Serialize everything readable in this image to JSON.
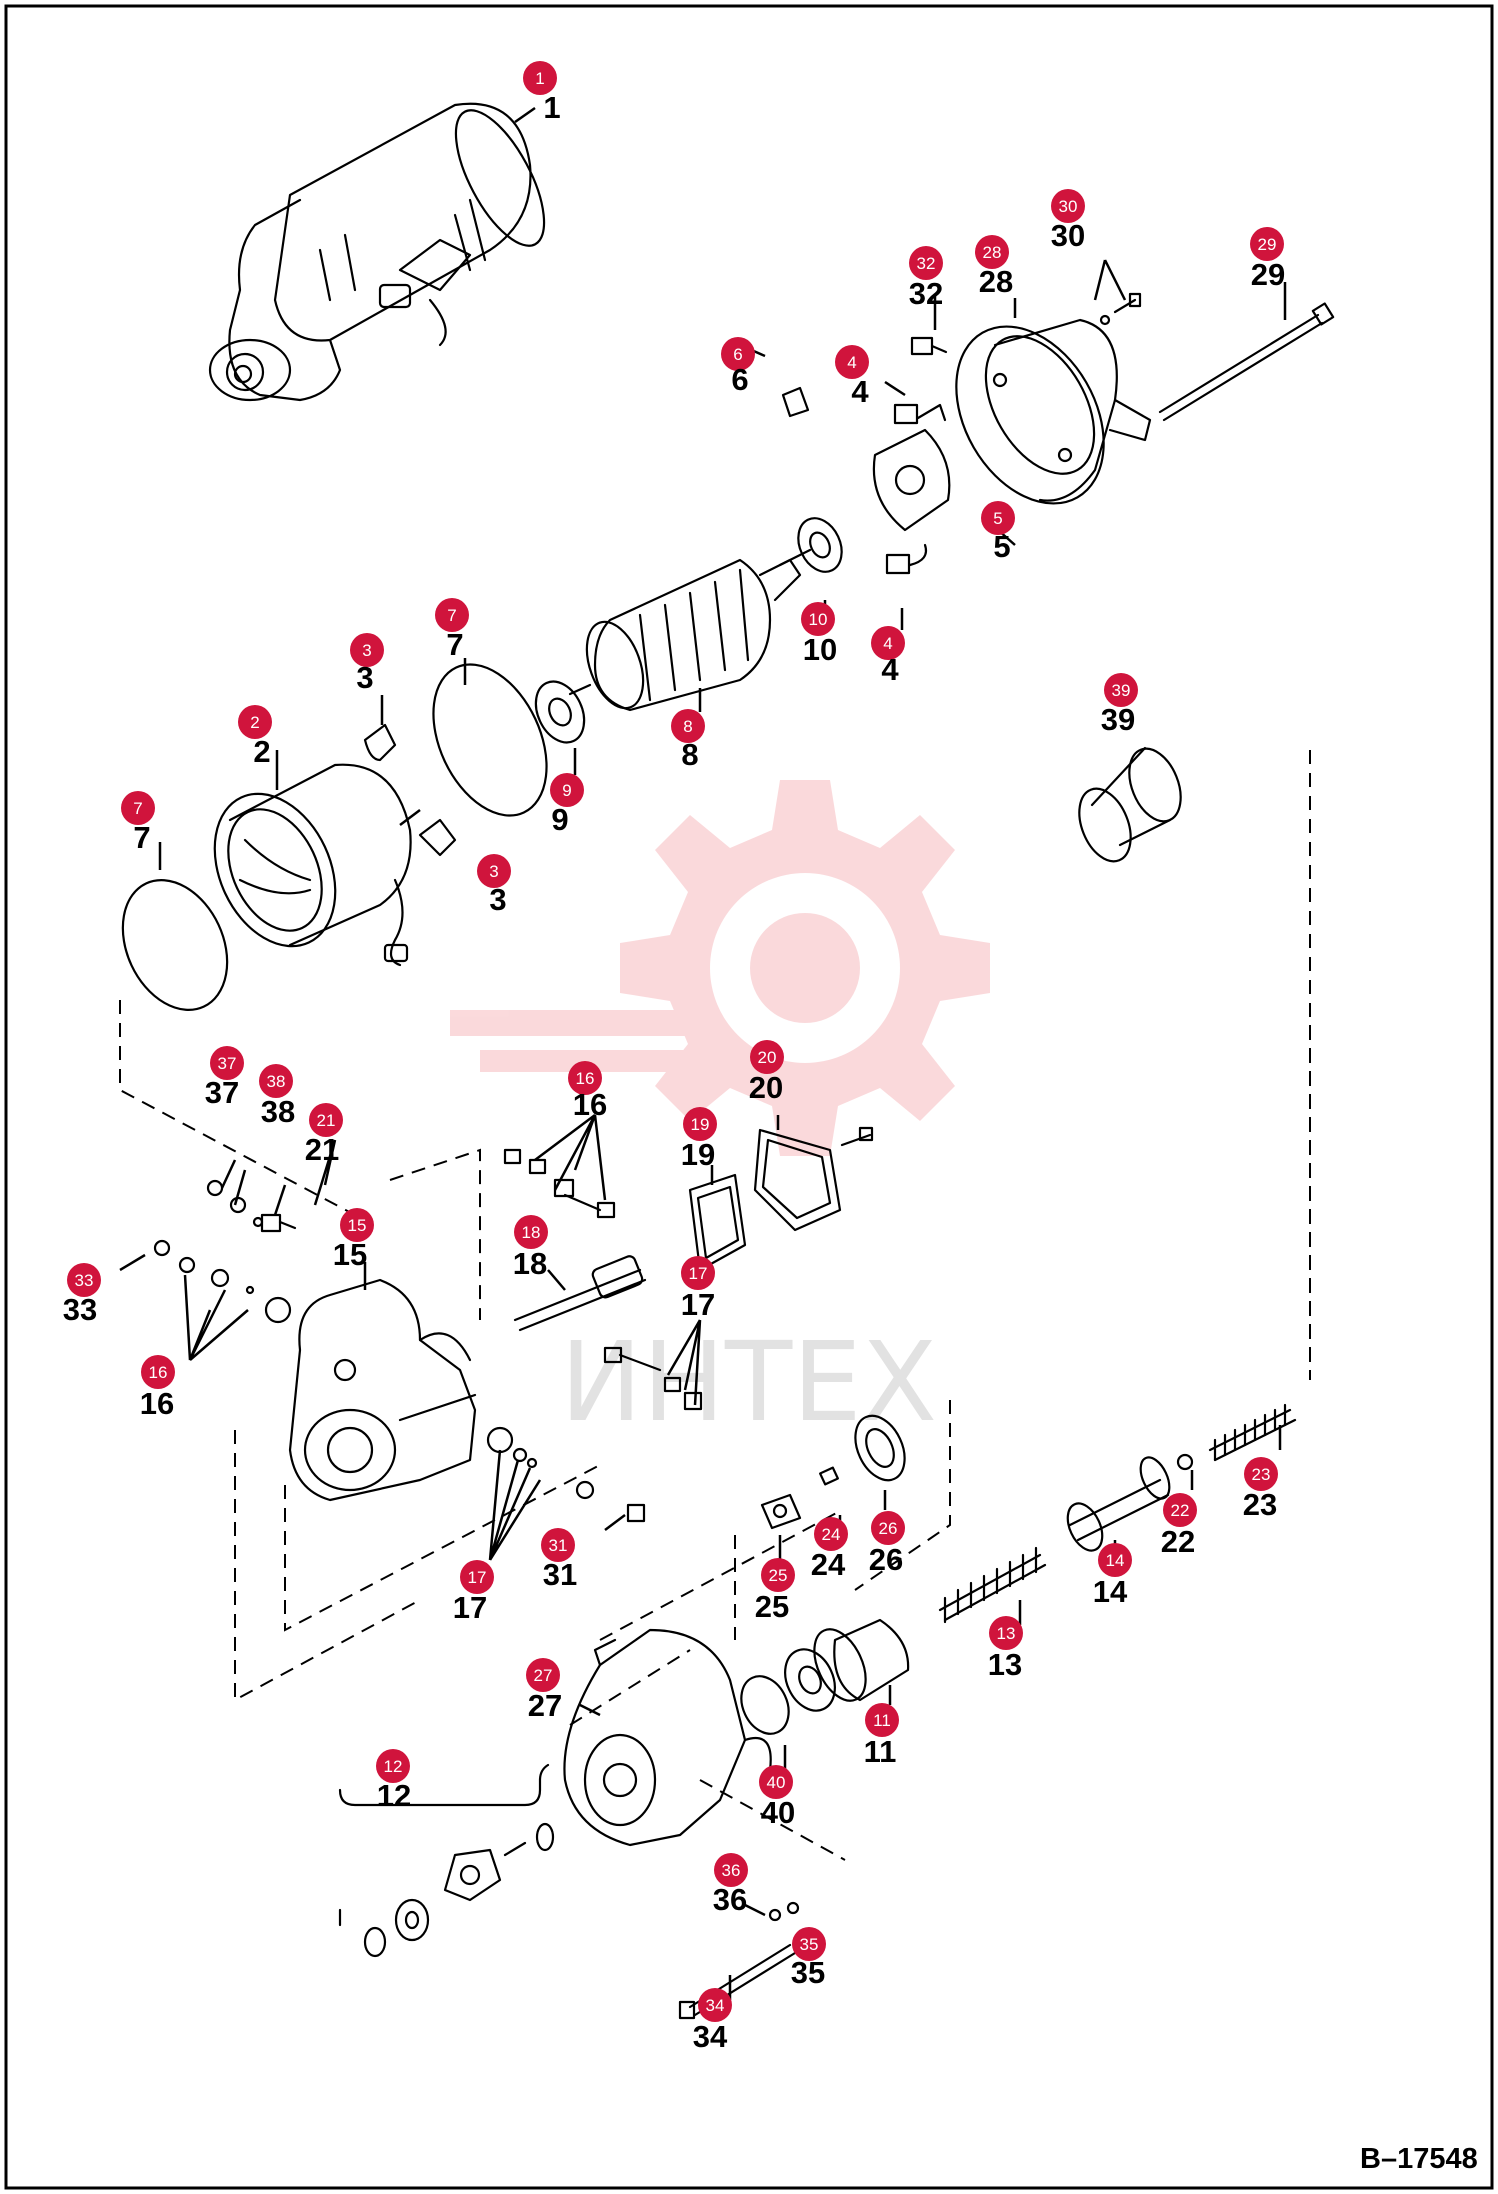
{
  "diagram": {
    "drawing_number": "B–17548",
    "watermark_text": "ИНТЕХ",
    "accent_color": "#d0143c",
    "callouts": [
      {
        "badge": "1",
        "label": "1"
      },
      {
        "badge": "2",
        "label": "2"
      },
      {
        "badge": "3",
        "label": "3"
      },
      {
        "badge": "3",
        "label": "3"
      },
      {
        "badge": "4",
        "label": "4"
      },
      {
        "badge": "4",
        "label": "4"
      },
      {
        "badge": "5",
        "label": "5"
      },
      {
        "badge": "6",
        "label": "6"
      },
      {
        "badge": "7",
        "label": "7"
      },
      {
        "badge": "7",
        "label": "7"
      },
      {
        "badge": "8",
        "label": "8"
      },
      {
        "badge": "9",
        "label": "9"
      },
      {
        "badge": "10",
        "label": "10"
      },
      {
        "badge": "11",
        "label": "11"
      },
      {
        "badge": "12",
        "label": "12"
      },
      {
        "badge": "13",
        "label": "13"
      },
      {
        "badge": "14",
        "label": "14"
      },
      {
        "badge": "15",
        "label": "15"
      },
      {
        "badge": "16",
        "label": "16"
      },
      {
        "badge": "16",
        "label": "16"
      },
      {
        "badge": "17",
        "label": "17"
      },
      {
        "badge": "17",
        "label": "17"
      },
      {
        "badge": "18",
        "label": "18"
      },
      {
        "badge": "19",
        "label": "19"
      },
      {
        "badge": "20",
        "label": "20"
      },
      {
        "badge": "21",
        "label": "21"
      },
      {
        "badge": "22",
        "label": "22"
      },
      {
        "badge": "23",
        "label": "23"
      },
      {
        "badge": "24",
        "label": "24"
      },
      {
        "badge": "25",
        "label": "25"
      },
      {
        "badge": "26",
        "label": "26"
      },
      {
        "badge": "27",
        "label": "27"
      },
      {
        "badge": "28",
        "label": "28"
      },
      {
        "badge": "29",
        "label": "29"
      },
      {
        "badge": "30",
        "label": "30"
      },
      {
        "badge": "31",
        "label": "31"
      },
      {
        "badge": "32",
        "label": "32"
      },
      {
        "badge": "33",
        "label": "33"
      },
      {
        "badge": "34",
        "label": "34"
      },
      {
        "badge": "35",
        "label": "35"
      },
      {
        "badge": "36",
        "label": "36"
      },
      {
        "badge": "37",
        "label": "37"
      },
      {
        "badge": "38",
        "label": "38"
      },
      {
        "badge": "39",
        "label": "39"
      },
      {
        "badge": "40",
        "label": "40"
      }
    ]
  }
}
